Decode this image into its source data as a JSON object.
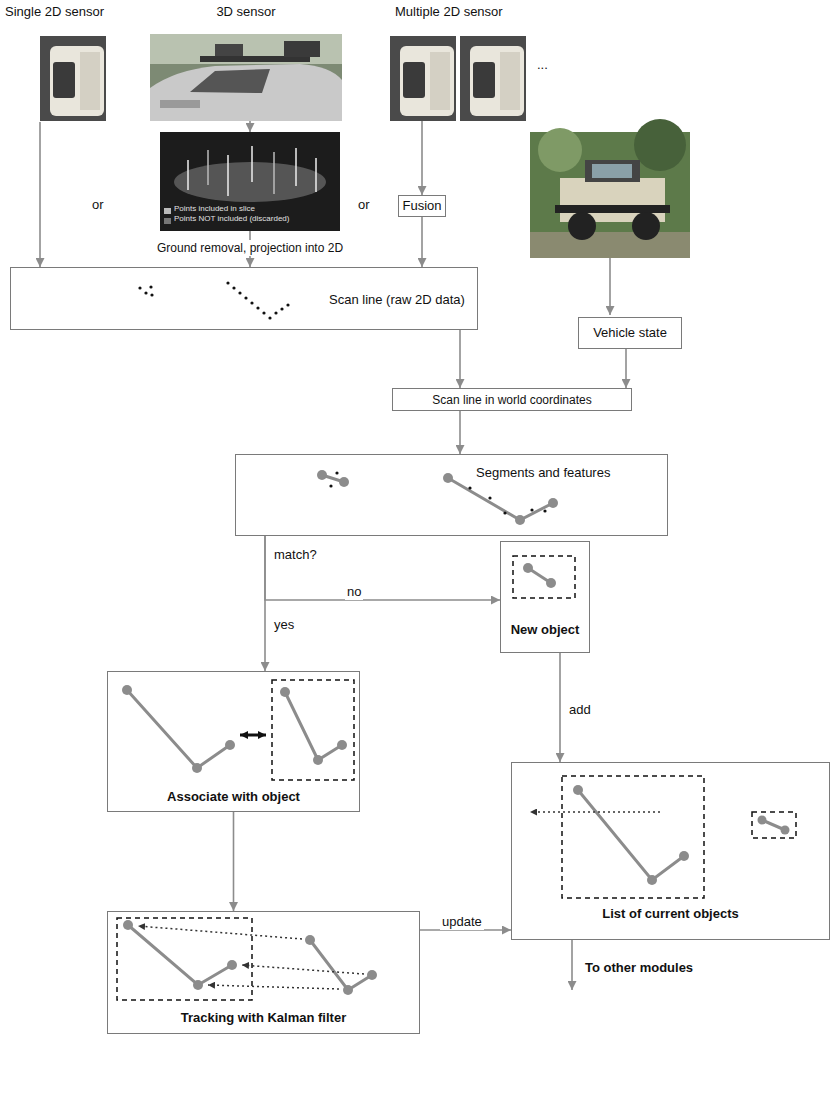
{
  "diagram": {
    "nodes": [
      {
        "text": [
          "Single 2D sensor"
        ]
      },
      {
        "text": [
          "3D sensor"
        ]
      },
      {
        "text": [
          "Points included in slice",
          "Points NOT included (discarded)"
        ]
      },
      {
        "text": [
          "Multiple 2D sensor"
        ]
      },
      {
        "text": [
          "Fusion"
        ]
      },
      {
        "text": [
          "Scan line (raw 2D data)"
        ]
      },
      {
        "text": [
          "Vehicle state"
        ]
      },
      {
        "text": [
          "Scan line in world coordinates"
        ]
      },
      {
        "text": [
          "Segments and features"
        ]
      },
      {
        "text": [
          "New object"
        ]
      },
      {
        "text": [
          "Associate with object"
        ]
      },
      {
        "text": [
          "Tracking with Kalman filter"
        ]
      },
      {
        "text": [
          "List of current objects"
        ]
      }
    ],
    "edges": [
      {
        "from": 0,
        "to": 5,
        "arrow": "to"
      },
      {
        "from": 1,
        "to": 2,
        "arrow": "to"
      },
      {
        "from": 2,
        "to": 5,
        "arrow": "to",
        "label": "Ground removal, projection into 2D"
      },
      {
        "from": 3,
        "to": 4,
        "arrow": "to"
      },
      {
        "from": 4,
        "to": 5,
        "arrow": "to"
      },
      {
        "from": 5,
        "to": 7,
        "arrow": "to"
      },
      {
        "from": 6,
        "to": 7,
        "arrow": "to"
      },
      {
        "from": 7,
        "to": 8,
        "arrow": "to"
      },
      {
        "from": 8,
        "to": 10,
        "arrow": "to",
        "label": "yes"
      },
      {
        "from": 8,
        "to": 9,
        "arrow": "to",
        "label": "no"
      },
      {
        "from": 9,
        "to": 12,
        "arrow": "to",
        "label": "add"
      },
      {
        "from": 10,
        "to": 11,
        "arrow": "to"
      },
      {
        "from": 11,
        "to": 12,
        "arrow": "to",
        "label": "update"
      }
    ],
    "labels": [
      "or",
      "or",
      "...",
      "match?",
      "To other modules"
    ]
  }
}
